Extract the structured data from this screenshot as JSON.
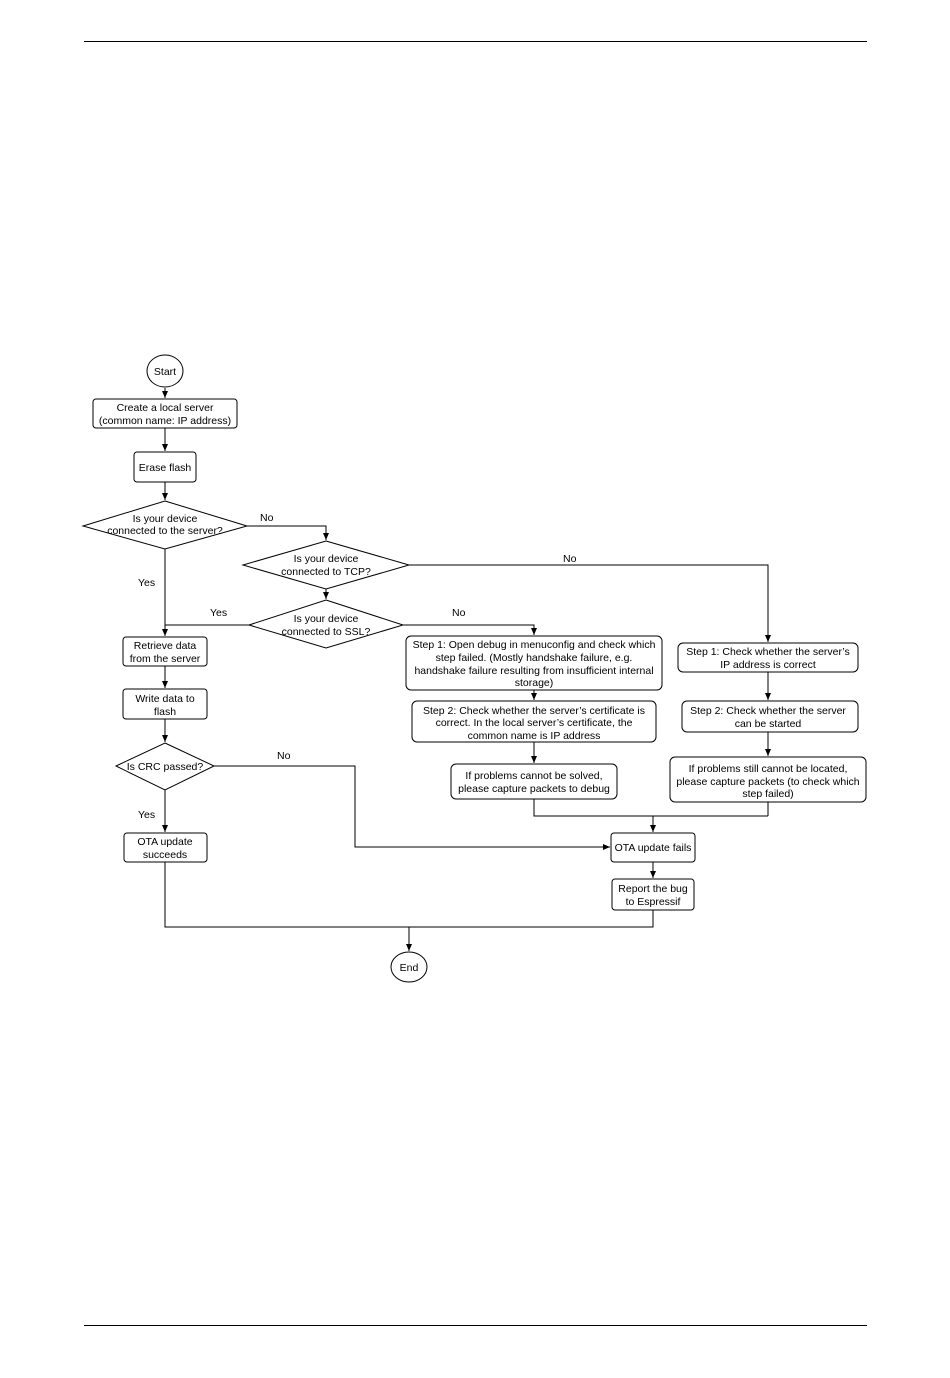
{
  "flowchart": {
    "start": "Start",
    "create_server": [
      "Create a local server",
      "(common name: IP address)"
    ],
    "erase_flash": "Erase flash",
    "connected_server": [
      "Is your device",
      "connected to the server?"
    ],
    "connected_tcp": [
      "Is your device",
      "connected to TCP?"
    ],
    "connected_ssl": [
      "Is your device",
      "connected to SSL?"
    ],
    "retrieve_data": [
      "Retrieve data",
      "from the server"
    ],
    "write_data": [
      "Write data to",
      "flash"
    ],
    "crc_passed": "Is CRC passed?",
    "ota_succeeds": [
      "OTA update",
      "succeeds"
    ],
    "ssl_step1": [
      "Step 1: Open debug in menuconfig and check which",
      "step failed. (Mostly handshake failure, e.g.",
      "handshake failure resulting from insufficient internal",
      "storage)"
    ],
    "ssl_step2": [
      "Step 2: Check whether the server’s certificate is",
      "correct. In the local server’s certificate, the",
      "common name is IP address"
    ],
    "ssl_capture": [
      "If problems cannot be solved,",
      "please capture packets to debug"
    ],
    "tcp_step1": [
      "Step 1: Check whether the server’s",
      "IP address is correct"
    ],
    "tcp_step2": [
      "Step 2: Check whether the server",
      "can be started"
    ],
    "tcp_capture": [
      "If problems still cannot be located,",
      "please capture packets (to check which",
      "step failed)"
    ],
    "ota_fails": "OTA update fails",
    "report_bug": [
      "Report the bug",
      "to Espressif"
    ],
    "end": "End",
    "labels": {
      "server_no": "No",
      "server_yes": "Yes",
      "tcp_no": "No",
      "ssl_yes": "Yes",
      "ssl_no": "No",
      "crc_no": "No",
      "crc_yes": "Yes"
    }
  }
}
